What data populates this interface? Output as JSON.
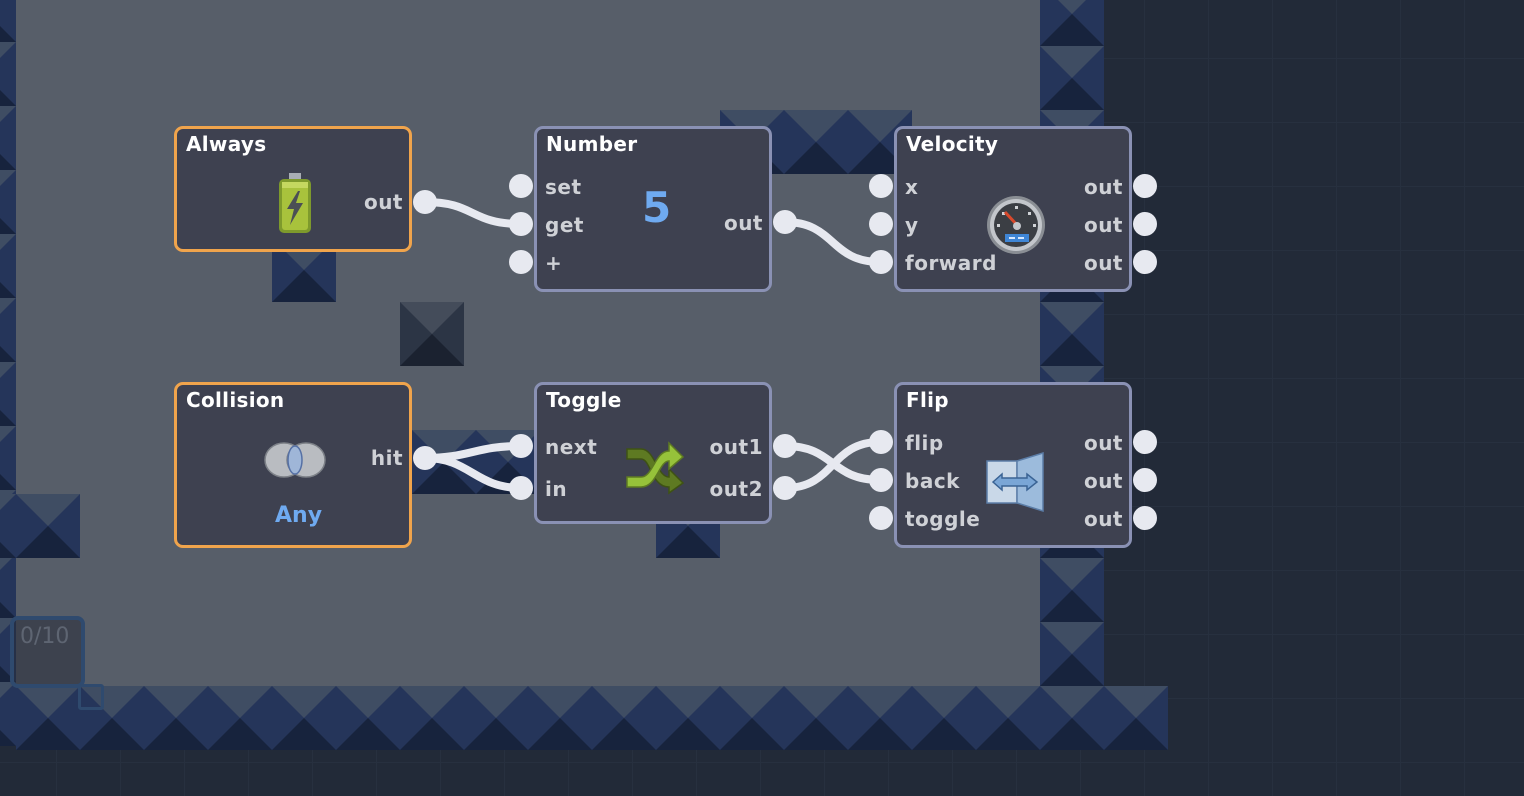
{
  "game": {
    "counter": "0/10"
  },
  "nodes": {
    "always": {
      "title": "Always",
      "icon": "battery-icon",
      "outputs": [
        "out"
      ]
    },
    "number": {
      "title": "Number",
      "value": "5",
      "inputs": [
        "set",
        "get",
        "+"
      ],
      "outputs": [
        "out"
      ]
    },
    "velocity": {
      "title": "Velocity",
      "icon": "speedometer-icon",
      "inputs": [
        "x",
        "y",
        "forward"
      ],
      "outputs": [
        "out",
        "out",
        "out"
      ]
    },
    "collision": {
      "title": "Collision",
      "icon": "collision-icon",
      "filter": "Any",
      "outputs": [
        "hit"
      ]
    },
    "toggle": {
      "title": "Toggle",
      "icon": "shuffle-icon",
      "inputs": [
        "next",
        "in"
      ],
      "outputs": [
        "out1",
        "out2"
      ]
    },
    "flip": {
      "title": "Flip",
      "icon": "flip-icon",
      "inputs": [
        "flip",
        "back",
        "toggle"
      ],
      "outputs": [
        "out",
        "out",
        "out"
      ]
    }
  },
  "connections": [
    {
      "from": "always.out",
      "to": "number.get"
    },
    {
      "from": "number.out",
      "to": "velocity.forward"
    },
    {
      "from": "collision.hit",
      "to": "toggle.next"
    },
    {
      "from": "collision.hit",
      "to": "toggle.in"
    },
    {
      "from": "toggle.out1",
      "to": "flip.back"
    },
    {
      "from": "toggle.out2",
      "to": "flip.flip"
    }
  ],
  "colors": {
    "event_border": "#f0a44c",
    "node_border": "#8a91b4",
    "node_fill": "#3e4150",
    "value_text": "#6faaf0",
    "wire": "#e7e9f0",
    "floor": "#575e69",
    "tile_blue": "#25355a"
  }
}
